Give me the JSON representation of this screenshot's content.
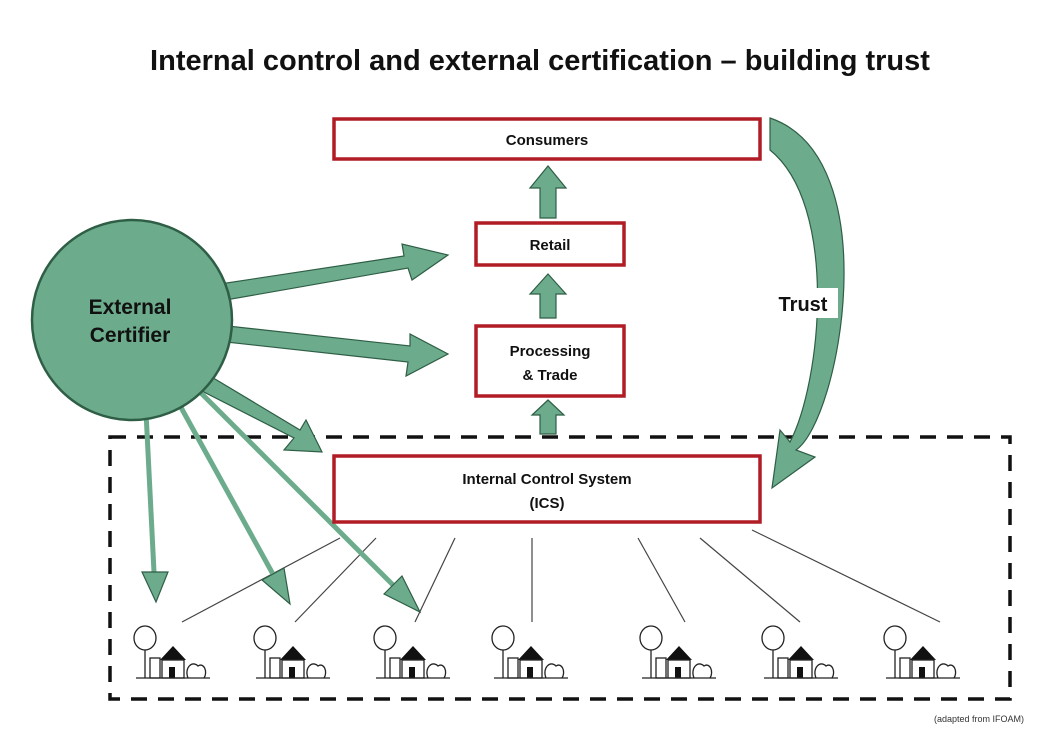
{
  "title": "Internal control and external certification – building trust",
  "nodes": {
    "consumers": "Consumers",
    "retail": "Retail",
    "processing_line1": "Processing",
    "processing_line2": "& Trade",
    "ics_line1": "Internal Control System",
    "ics_line2": "(ICS)",
    "certifier_line1": "External",
    "certifier_line2": "Certifier"
  },
  "trust_label": "Trust",
  "credit": "(adapted from IFOAM)",
  "farms": [
    {
      "icon": "farm-icon"
    },
    {
      "icon": "farm-icon"
    },
    {
      "icon": "farm-icon"
    },
    {
      "icon": "farm-icon"
    },
    {
      "icon": "farm-icon"
    },
    {
      "icon": "farm-icon"
    },
    {
      "icon": "farm-icon"
    }
  ],
  "colors": {
    "box_border": "#b11c25",
    "green": "#6cab8c",
    "dark_green": "#2e5e45"
  }
}
